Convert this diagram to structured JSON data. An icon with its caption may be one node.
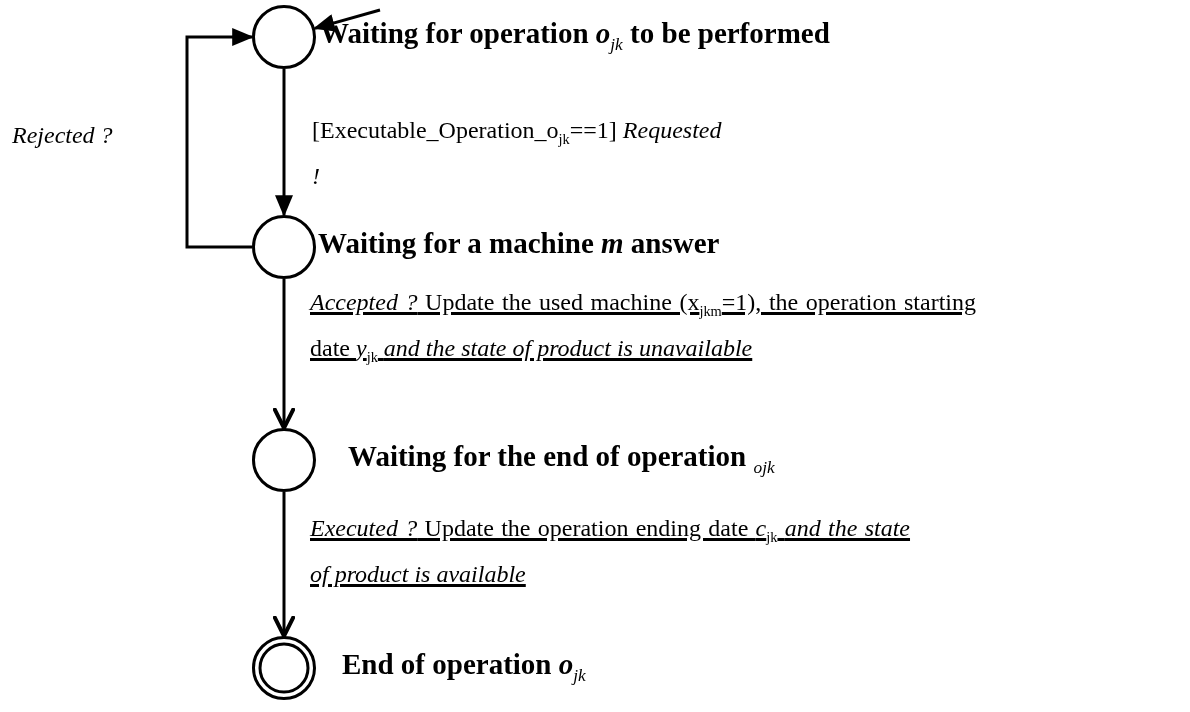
{
  "diagram": {
    "nodes": [
      {
        "text": [],
        "shape": "circle",
        "beside": [
          "Waiting for operation *o*$_{jk}$ to be performed"
        ]
      },
      {
        "text": [],
        "shape": "circle",
        "beside": [
          "Waiting for a machine *m* answer"
        ]
      },
      {
        "text": [],
        "shape": "circle",
        "beside": [
          "Waiting for the end of operation $_{ojk}$"
        ]
      },
      {
        "text": [],
        "shape": "double-circle",
        "beside": [
          "End of operation *o*$_{jk}$"
        ]
      }
    ],
    "edges": [
      {
        "from": null,
        "to": 0,
        "arrow": "to"
      },
      {
        "from": 0,
        "to": 1,
        "arrow": "to",
        "label": "[Executable_Operation_o$_{jk}$==1] *Requested !*"
      },
      {
        "from": 1,
        "to": 0,
        "arrow": "to",
        "label": "*Rejected ?*"
      },
      {
        "from": 1,
        "to": 2,
        "arrow": "to",
        "label": "*Accepted ?* Update the used machine (x$_{jkm}$=1), the operation starting date *y*$_{jk}$ *and the state of product is unavailable*"
      },
      {
        "from": 2,
        "to": 3,
        "arrow": "to",
        "label": "*Executed ?* Update the operation ending date *c*$_{jk}$ *and the state of product is available*"
      }
    ]
  }
}
